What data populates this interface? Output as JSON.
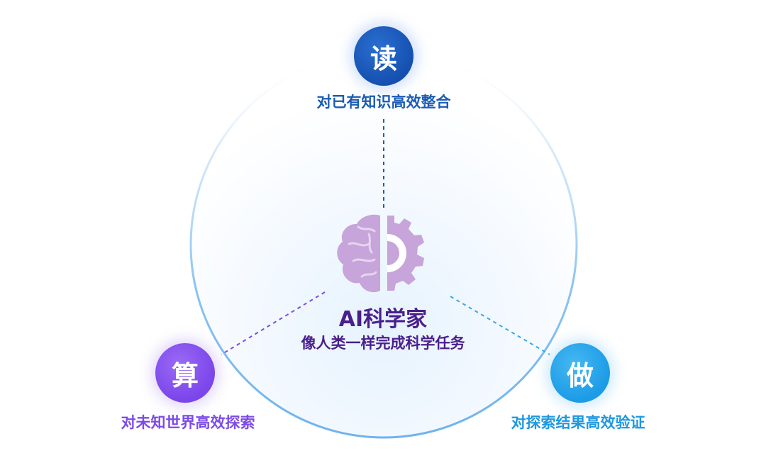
{
  "center": {
    "title": "AI科学家",
    "subtitle": "像人类一样完成科学任务",
    "icon": "brain-gear-icon"
  },
  "nodes": {
    "read": {
      "glyph": "读",
      "label": "对已有知识高效整合",
      "color": "#1a5bb5"
    },
    "calc": {
      "glyph": "算",
      "label": "对未知世界高效探索",
      "color": "#7c4be8"
    },
    "do": {
      "glyph": "做",
      "label": "对探索结果高效验证",
      "color": "#1e98e0"
    }
  },
  "colors": {
    "ring": "#7fbcf0",
    "icon": "#c7a4d9",
    "title": "#4a1f8c"
  }
}
